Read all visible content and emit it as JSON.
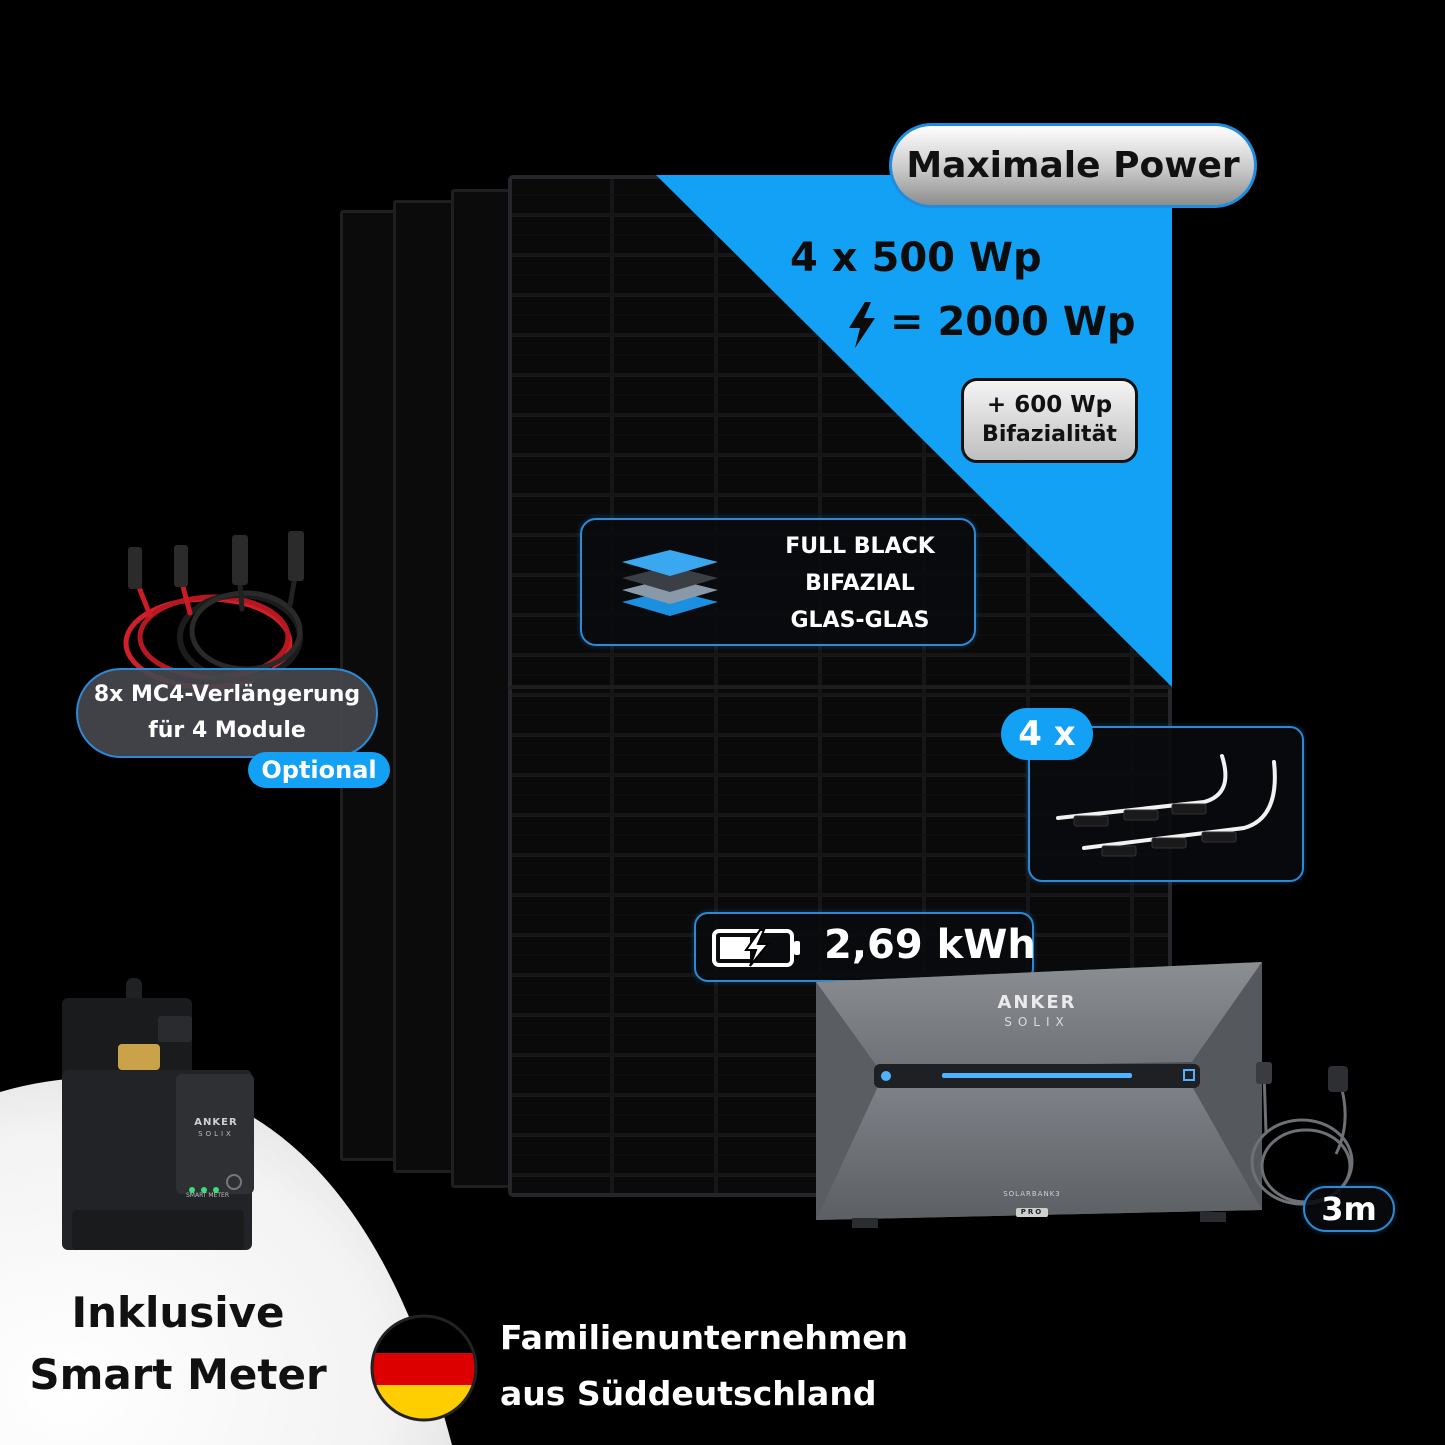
{
  "badges": {
    "max_power": "Maximale Power",
    "power_line1": "4 x 500 Wp",
    "power_line2": "= 2000 Wp",
    "bifacial_line1": "+ 600 Wp",
    "bifacial_line2": "Bifazialität"
  },
  "features": [
    "FULL BLACK",
    "BIFAZIAL",
    "GLAS-GLAS"
  ],
  "mc4": {
    "line1": "8x MC4-Verlängerung",
    "line2": "für 4 Module",
    "tag": "Optional"
  },
  "mounts": {
    "count": "4 x"
  },
  "battery": {
    "capacity": "2,69 kWh",
    "brand_line1": "ANKER",
    "brand_line2": "SOLIX",
    "model_line1": "SOLARBANK3",
    "model_line2": "PRO"
  },
  "cable": {
    "length": "3m"
  },
  "smart_meter": {
    "line1": "Inklusive",
    "line2": "Smart Meter",
    "device_brand_line1": "ANKER",
    "device_brand_line2": "SOLIX",
    "device_label": "SMART METER"
  },
  "family": {
    "line1": "Familienunternehmen",
    "line2": "aus Süddeutschland"
  },
  "colors": {
    "accent_blue": "#12a1f5",
    "flag": [
      "#000000",
      "#dd0000",
      "#ffce00"
    ]
  }
}
